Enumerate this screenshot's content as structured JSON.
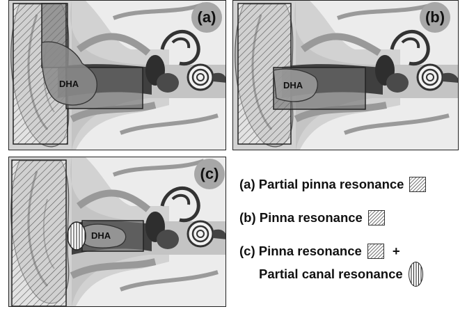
{
  "panels": [
    {
      "label": "(a)",
      "device": "DHA"
    },
    {
      "label": "(b)",
      "device": "DHA"
    },
    {
      "label": "(c)",
      "device": "DHA"
    }
  ],
  "legend": {
    "a_text": "(a) Partial pinna resonance",
    "b_text": "(b) Pinna resonance",
    "c_text": "(c) Pinna resonance",
    "plus": "+",
    "c2_text": "Partial canal resonance"
  },
  "colors": {
    "badge": "#a7a7a7",
    "overlay": "#6f6f6f",
    "hatch": "#777777"
  }
}
